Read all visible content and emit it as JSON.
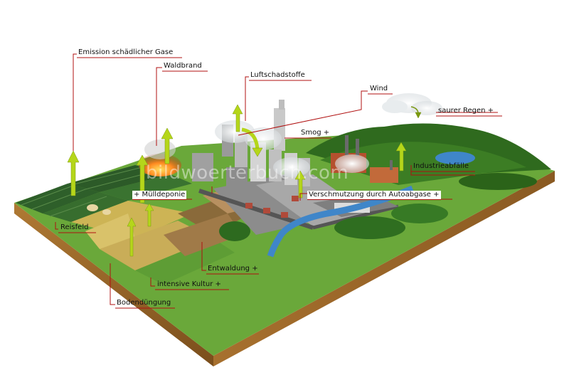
{
  "watermark": "bildwoerterbuch.com",
  "labels": {
    "emission": "Emission schädlicher Gase",
    "waldbrand": "Waldbrand",
    "luftschadstoffe": "Luftschadstoffe",
    "wind": "Wind",
    "saurer_regen": "saurer Regen +",
    "smog": "Smog +",
    "industrieabfaelle": "Industrieabfälle",
    "muelldeponie": "+ Mülldeponie",
    "autoabgase": "Verschmutzung durch Autoabgase +",
    "reisfeld": "Reisfeld",
    "entwaldung": "Entwaldung +",
    "intensive_kultur": "intensive Kultur +",
    "bodenduengung": "Bodendüngung"
  },
  "colors": {
    "leader_line": "#b01010",
    "arrow": "#b5d61a",
    "grass": "#5aa02a",
    "soil": "#9a6a2a",
    "water": "#3f86c9"
  }
}
